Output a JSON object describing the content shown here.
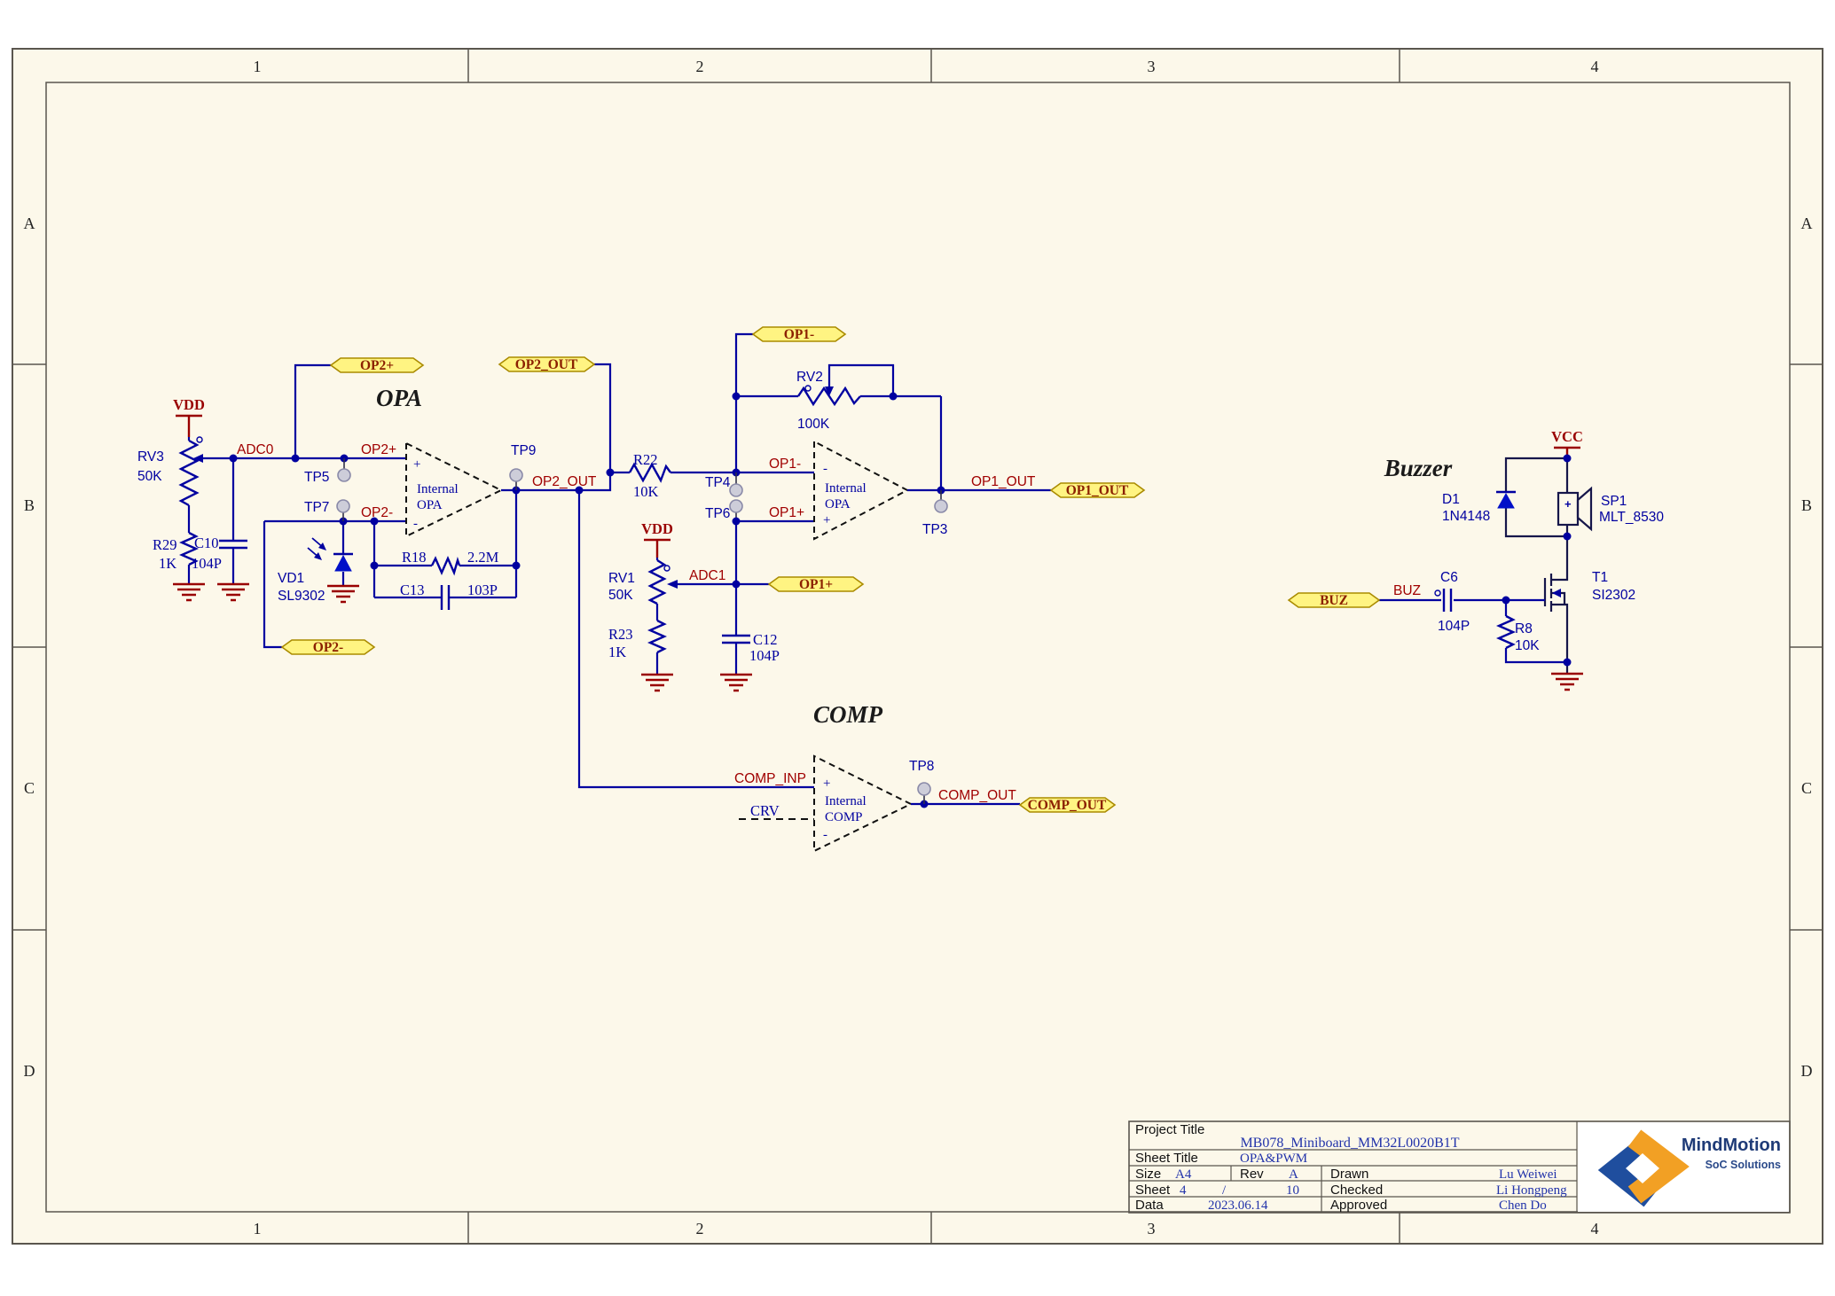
{
  "frame": {
    "columns": [
      "1",
      "2",
      "3",
      "4"
    ],
    "rows": [
      "A",
      "B",
      "C",
      "D"
    ]
  },
  "titles": {
    "opa": "OPA",
    "comp": "COMP",
    "buzzer": "Buzzer"
  },
  "power": {
    "vdd1": "VDD",
    "vdd2": "VDD",
    "vcc": "VCC"
  },
  "opamps": {
    "opa2": {
      "plus": "+",
      "minus": "-",
      "line1": "Internal",
      "line2": "OPA"
    },
    "opa1": {
      "plus": "+",
      "minus": "-",
      "line1": "Internal",
      "line2": "OPA"
    },
    "comp": {
      "plus": "+",
      "minus": "-",
      "line1": "Internal",
      "line2": "COMP"
    }
  },
  "components": {
    "rv3": {
      "ref": "RV3",
      "value": "50K"
    },
    "r29": {
      "ref": "R29",
      "value": "1K"
    },
    "c10": {
      "ref": "C10",
      "value": "104P"
    },
    "vd1": {
      "ref": "VD1",
      "value": "SL9302"
    },
    "r18": {
      "ref": "R18",
      "value": "2.2M"
    },
    "c13": {
      "ref": "C13",
      "value": "103P"
    },
    "r22": {
      "ref": "R22",
      "value": "10K"
    },
    "rv2": {
      "ref": "RV2",
      "value": "100K"
    },
    "rv1": {
      "ref": "RV1",
      "value": "50K"
    },
    "r23": {
      "ref": "R23",
      "value": "1K"
    },
    "c12": {
      "ref": "C12",
      "value": "104P"
    },
    "d1": {
      "ref": "D1",
      "value": "1N4148"
    },
    "sp1": {
      "ref": "SP1",
      "value": "MLT_8530",
      "plus": "+"
    },
    "c6": {
      "ref": "C6",
      "value": "104P"
    },
    "r8": {
      "ref": "R8",
      "value": "10K"
    },
    "t1": {
      "ref": "T1",
      "value": "SI2302"
    }
  },
  "test_points": {
    "tp3": "TP3",
    "tp4": "TP4",
    "tp5": "TP5",
    "tp6": "TP6",
    "tp7": "TP7",
    "tp8": "TP8",
    "tp9": "TP9"
  },
  "net_labels": {
    "adc0": "ADC0",
    "adc1": "ADC1",
    "op2p": "OP2+",
    "op2m": "OP2-",
    "op2out": "OP2_OUT",
    "op1m": "OP1-",
    "op1p": "OP1+",
    "op1out": "OP1_OUT",
    "comp_inp": "COMP_INP",
    "crv": "CRV",
    "comp_out": "COMP_OUT",
    "buz": "BUZ"
  },
  "ports": {
    "op2p": "OP2+",
    "op2out": "OP2_OUT",
    "op2m": "OP2-",
    "op1m": "OP1-",
    "op1p": "OP1+",
    "op1out": "OP1_OUT",
    "comp_out": "COMP_OUT",
    "buz": "BUZ"
  },
  "title_block": {
    "project_title_label": "Project Title",
    "project_title": "MB078_Miniboard_MM32L0020B1T",
    "sheet_title_label": "Sheet Title",
    "sheet_title": "OPA&PWM",
    "size_label": "Size",
    "size": "A4",
    "rev_label": "Rev",
    "rev": "A",
    "drawn_label": "Drawn",
    "drawn": "Lu Weiwei",
    "sheet_label": "Sheet",
    "sheet_num": "4",
    "sheet_sep": "/",
    "sheet_total": "10",
    "checked_label": "Checked",
    "checked": "Li Hongpeng",
    "data_label": "Data",
    "date": "2023.06.14",
    "approved_label": "Approved",
    "approved": "Chen Do"
  },
  "logo": {
    "brand": "MindMotion",
    "tagline": "SoC Solutions"
  },
  "colors": {
    "wire": "#0000A0",
    "net_label": "#A00000",
    "power": "#990000",
    "port_fill": "#FFF482",
    "port_border": "#AA8B00",
    "sheet": "#FCF8EA",
    "logo_blue": "#1F4E9E",
    "logo_orange": "#F2A024"
  }
}
